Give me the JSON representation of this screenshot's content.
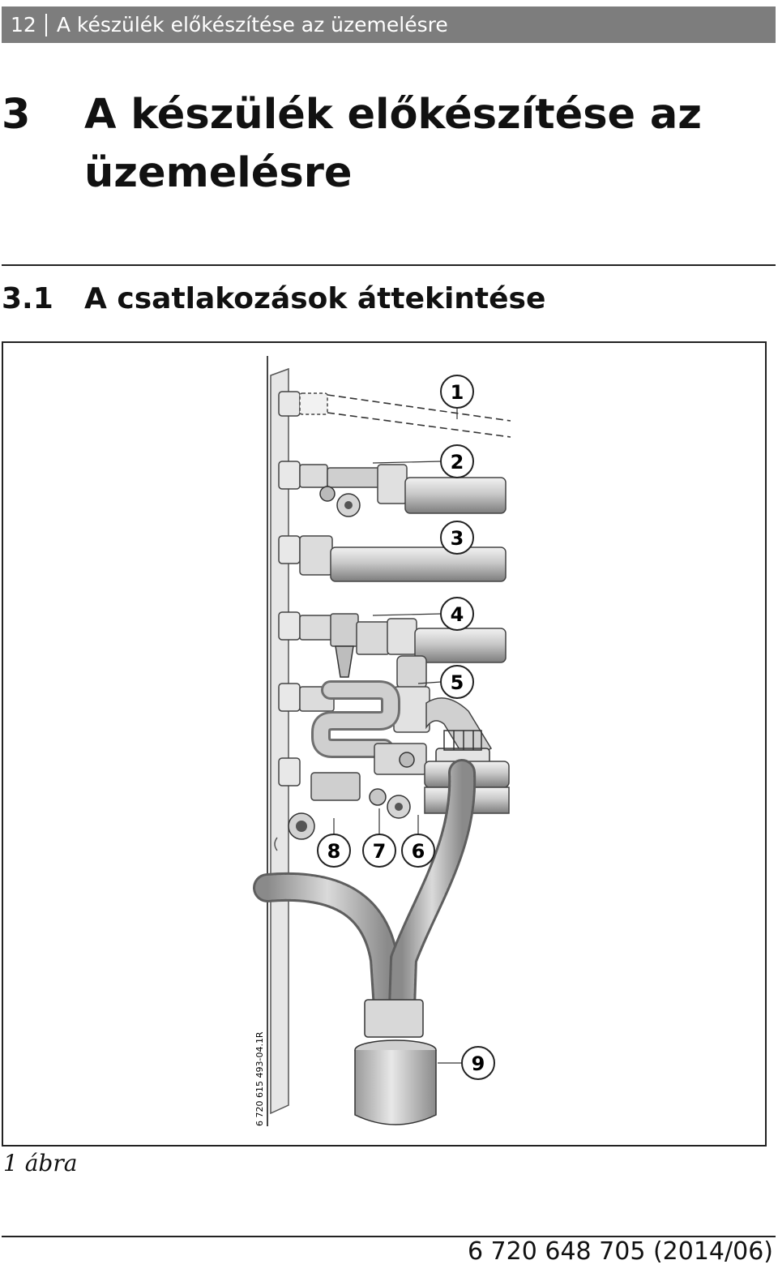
{
  "header": {
    "page_number": "12",
    "running_title": "A készülék előkészítése az üzemelésre"
  },
  "chapter": {
    "number": "3",
    "title": "A készülék előkészítése az üzemelésre"
  },
  "section": {
    "number": "3.1",
    "title": "A csatlakozások áttekintése"
  },
  "figure": {
    "callouts": [
      "1",
      "2",
      "3",
      "4",
      "5",
      "6",
      "7",
      "8",
      "9"
    ],
    "image_code": "6 720 615 493-04.1R",
    "caption": "1 ábra"
  },
  "footer": {
    "document_number": "6 720 648 705 (2014/06)"
  }
}
